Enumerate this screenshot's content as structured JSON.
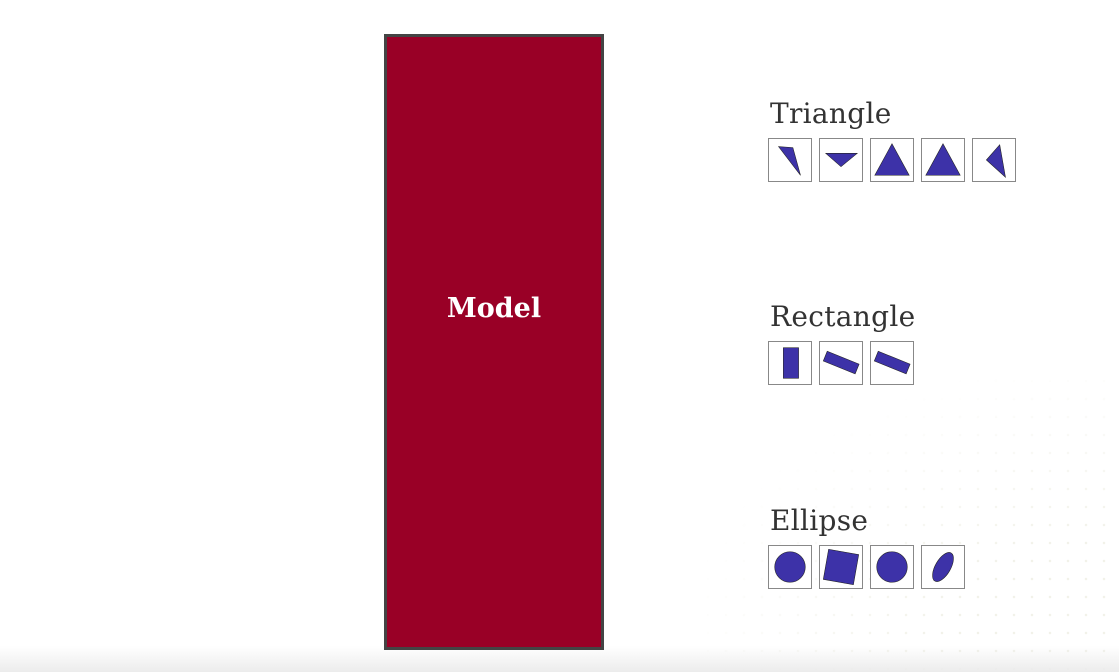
{
  "model": {
    "label": "Model",
    "fill_color": "#990026",
    "border_color": "#444444"
  },
  "shape_color": "#3d32a8",
  "groups": [
    {
      "title": "Triangle",
      "tiles": [
        "triangle-left",
        "triangle-down",
        "triangle-up",
        "triangle-up",
        "triangle-left-small"
      ]
    },
    {
      "title": "Rectangle",
      "tiles": [
        "rectangle-vertical",
        "rectangle-rotated",
        "rectangle-rotated"
      ]
    },
    {
      "title": "Ellipse",
      "tiles": [
        "circle",
        "rotated-square",
        "circle",
        "tilted-ellipse"
      ]
    }
  ]
}
